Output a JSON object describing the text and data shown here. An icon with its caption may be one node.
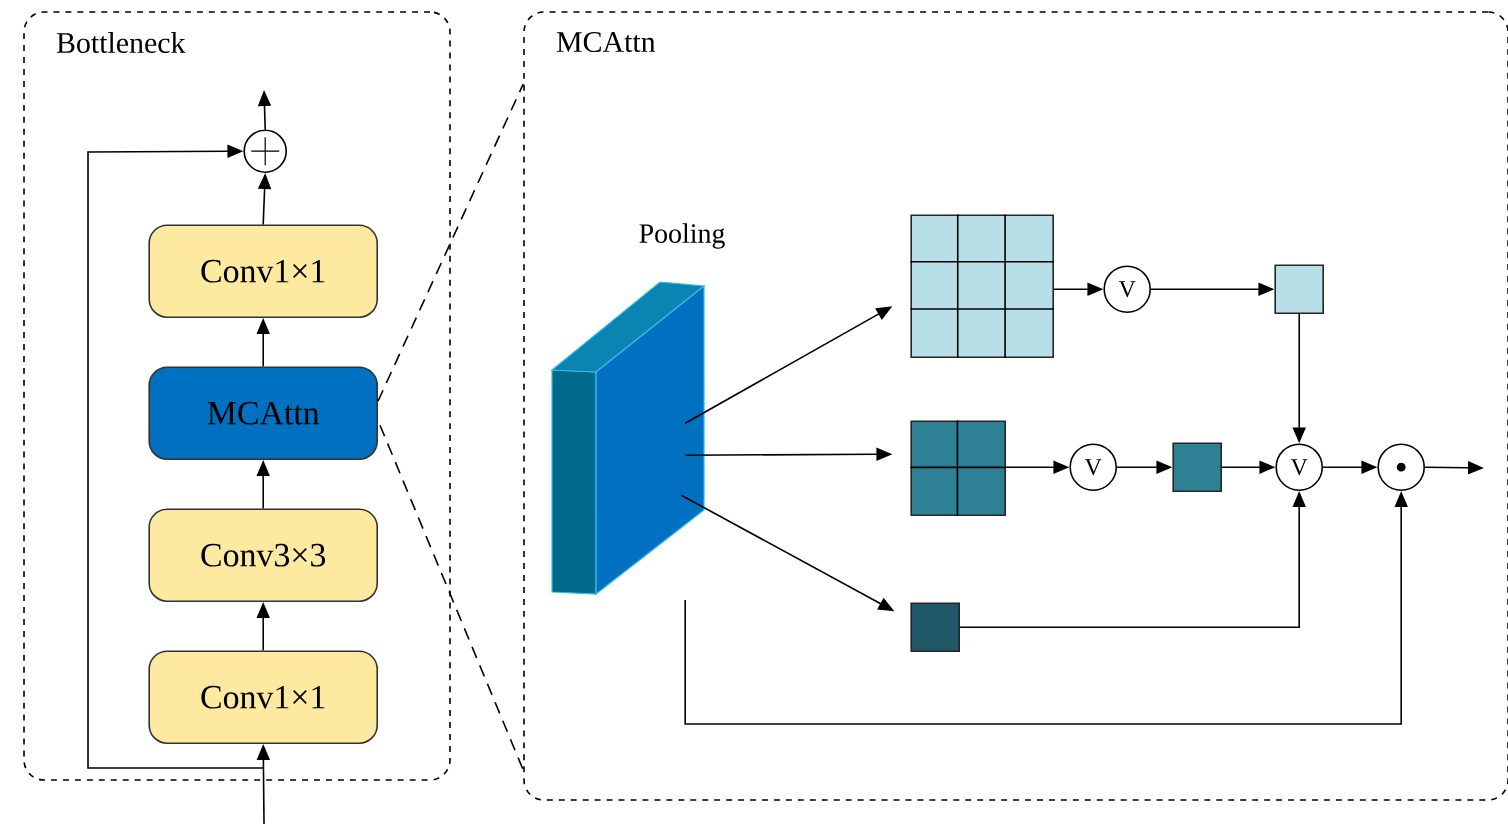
{
  "diagram": {
    "nodes": [
      {
        "text": [
          "Bottleneck"
        ]
      },
      {
        "text": [],
        "shape": "circle",
        "in": 0
      },
      {
        "text": [
          "Conv1×1"
        ],
        "in": 0
      },
      {
        "text": [
          "MCAttn"
        ],
        "in": 0
      },
      {
        "text": [
          "Conv3×3"
        ],
        "in": 0
      },
      {
        "text": [
          "Conv1×1"
        ],
        "in": 0
      },
      {
        "text": [
          "MCAttn"
        ]
      },
      {
        "text": [
          "Pooling"
        ],
        "in": 6
      },
      {
        "text": [],
        "shape": "box",
        "in": 6
      },
      {
        "text": [],
        "shape": "box",
        "in": 6
      },
      {
        "text": [],
        "shape": "box",
        "in": 6
      },
      {
        "text": [
          "V"
        ],
        "in": 6
      },
      {
        "text": [],
        "shape": "box",
        "in": 6
      },
      {
        "text": [
          "V"
        ],
        "in": 6
      },
      {
        "text": [],
        "shape": "box",
        "in": 6
      },
      {
        "text": [
          "V"
        ],
        "in": 6
      },
      {
        "text": [],
        "shape": "circle",
        "in": 6
      }
    ],
    "edges": [
      {
        "from": 5,
        "to": 4,
        "arrow": "to"
      },
      {
        "from": 4,
        "to": 3,
        "arrow": "to"
      },
      {
        "from": 3,
        "to": 2,
        "arrow": "to"
      },
      {
        "from": 2,
        "to": 1,
        "arrow": "to"
      },
      {
        "from": 1,
        "to": null,
        "arrow": "to"
      },
      {
        "from": null,
        "to": 5,
        "arrow": "to"
      },
      {
        "from": null,
        "to": 1,
        "arrow": "to"
      },
      {
        "from": 3,
        "to": 6,
        "arrow": "none",
        "style": "dashed"
      },
      {
        "from": 3,
        "to": 6,
        "arrow": "none",
        "style": "dashed"
      },
      {
        "from": 7,
        "to": 8,
        "arrow": "to"
      },
      {
        "from": 7,
        "to": 9,
        "arrow": "to"
      },
      {
        "from": 7,
        "to": 10,
        "arrow": "to"
      },
      {
        "from": 8,
        "to": 11,
        "arrow": "to"
      },
      {
        "from": 11,
        "to": 12,
        "arrow": "to"
      },
      {
        "from": 9,
        "to": 13,
        "arrow": "to"
      },
      {
        "from": 13,
        "to": 14,
        "arrow": "to"
      },
      {
        "from": 14,
        "to": 15,
        "arrow": "to"
      },
      {
        "from": 12,
        "to": 15,
        "arrow": "to"
      },
      {
        "from": 10,
        "to": 15,
        "arrow": "to"
      },
      {
        "from": 15,
        "to": 16,
        "arrow": "to"
      },
      {
        "from": 16,
        "to": null,
        "arrow": "to"
      },
      {
        "from": 7,
        "to": 16,
        "arrow": "to"
      }
    ]
  }
}
